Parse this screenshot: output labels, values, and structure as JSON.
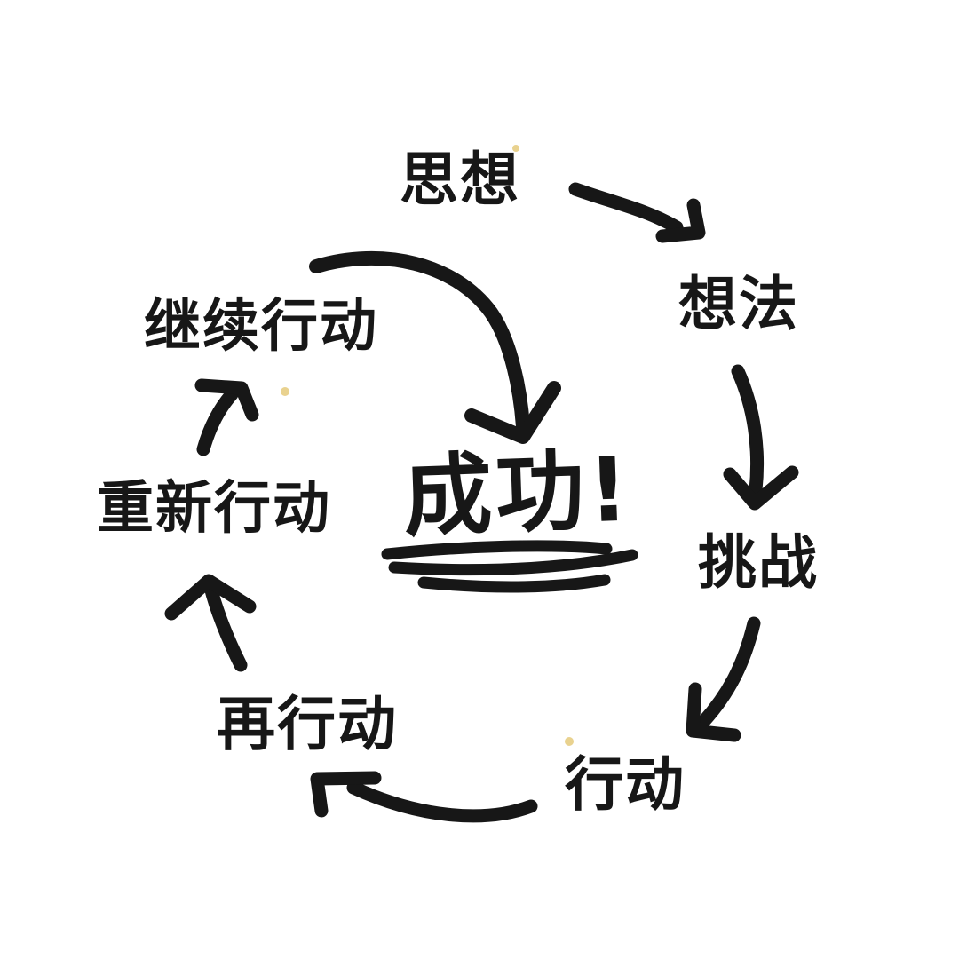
{
  "canvas": {
    "background": "#ffffff",
    "ink": "#171717",
    "speck_color": "#e9d28f"
  },
  "center": {
    "label": "成功!",
    "underline_count": 3
  },
  "nodes": [
    {
      "id": "thought",
      "label": "思想"
    },
    {
      "id": "idea",
      "label": "想法"
    },
    {
      "id": "challenge",
      "label": "挑战"
    },
    {
      "id": "action",
      "label": "行动"
    },
    {
      "id": "act-again",
      "label": "再行动"
    },
    {
      "id": "act-anew",
      "label": "重新行动"
    },
    {
      "id": "keep-acting",
      "label": "继续行动"
    }
  ],
  "edges": [
    {
      "from": "思想",
      "to": "想法",
      "style": "curved-arrow"
    },
    {
      "from": "想法",
      "to": "挑战",
      "style": "curved-arrow"
    },
    {
      "from": "挑战",
      "to": "行动",
      "style": "curved-arrow"
    },
    {
      "from": "行动",
      "to": "再行动",
      "style": "curved-arrow"
    },
    {
      "from": "再行动",
      "to": "重新行动",
      "style": "curved-arrow"
    },
    {
      "from": "重新行动",
      "to": "继续行动",
      "style": "curved-arrow"
    },
    {
      "from": "继续行动",
      "to": "成功!",
      "style": "large-arc-arrow"
    }
  ]
}
